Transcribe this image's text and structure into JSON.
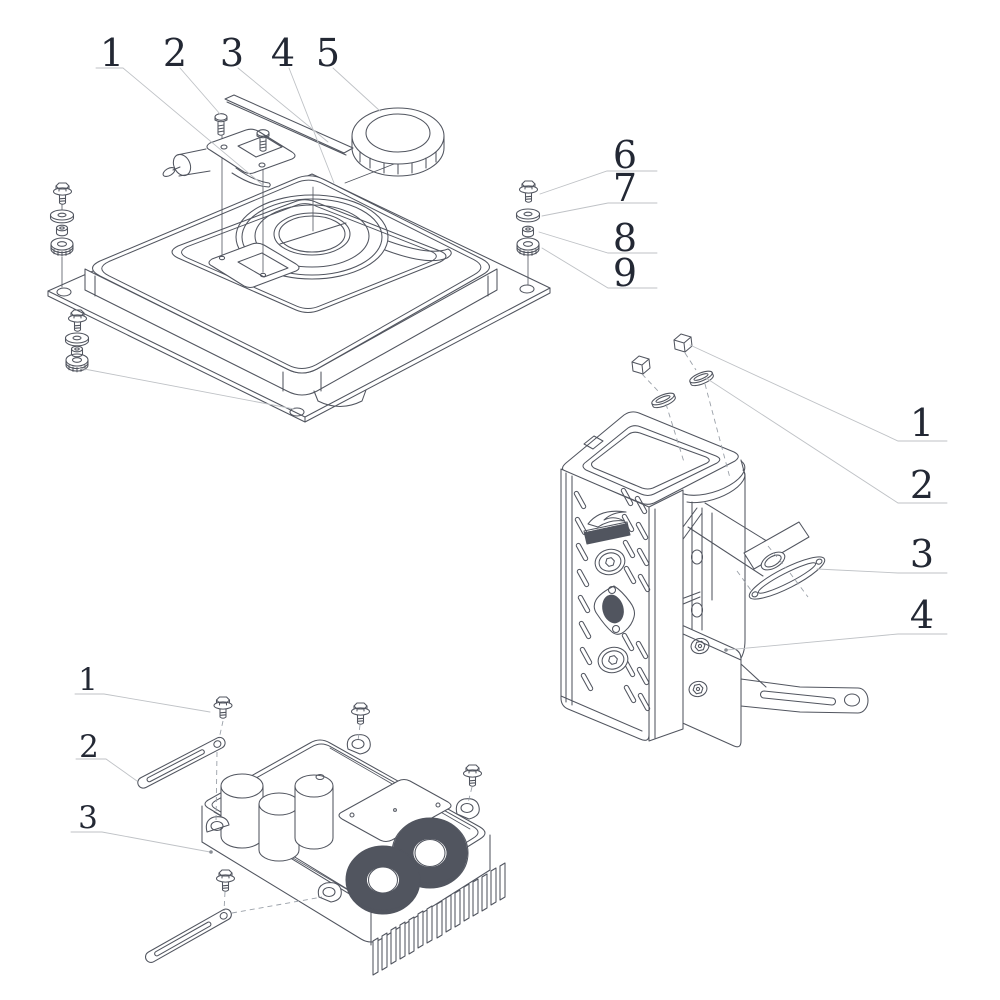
{
  "document": {
    "type": "exploded-parts-diagram",
    "background": "#ffffff"
  },
  "style": {
    "part_line_color": "#51555f",
    "leader_line_color": "#bfc2c6",
    "dash_line_color": "#9aa0a8",
    "callout_color": "#232834"
  },
  "fuel_tank_assembly": {
    "callouts": [
      "1",
      "2",
      "3",
      "4",
      "5",
      "6",
      "7",
      "8",
      "9"
    ]
  },
  "muffler_assembly": {
    "callouts": [
      "1",
      "2",
      "3",
      "4"
    ]
  },
  "inverter_assembly": {
    "callouts": [
      "1",
      "2",
      "3"
    ]
  }
}
